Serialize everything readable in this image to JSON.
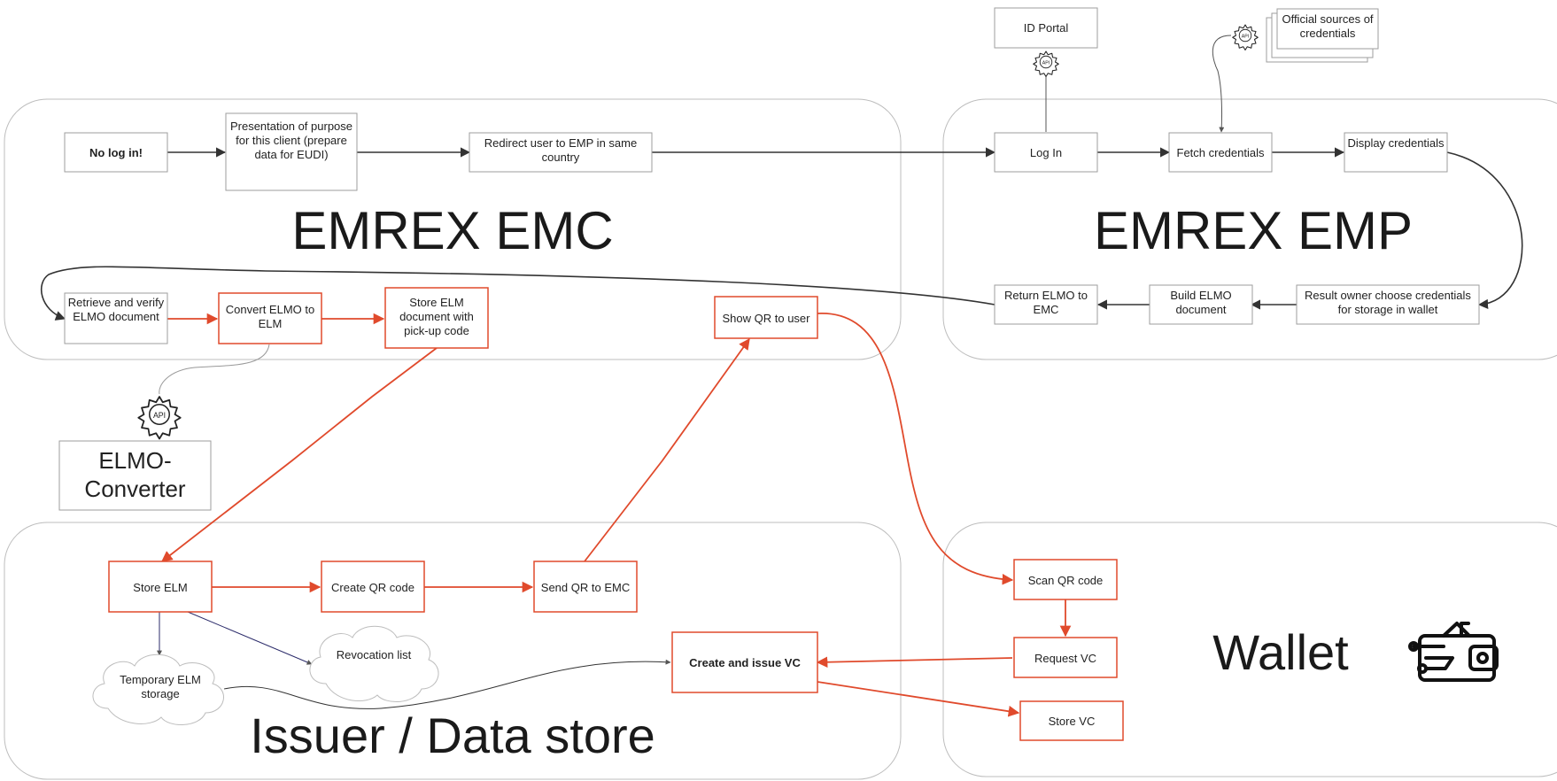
{
  "regions": {
    "emc": "EMREX EMC",
    "emp": "EMREX EMP",
    "issuer": "Issuer / Data store",
    "wallet": "Wallet"
  },
  "external": {
    "converter": "ELMO-Converter",
    "id_portal": "ID Portal",
    "official_sources": "Official sources of credentials",
    "api_label": "API"
  },
  "nodes": {
    "no_login": "No log in!",
    "presentation": "Presentation of purpose for this client (prepare data for EUDI)",
    "redirect": "Redirect user to EMP in same country",
    "log_in": "Log In",
    "fetch": "Fetch credentials",
    "display": "Display credentials",
    "result_owner": "Result owner choose credentials for storage in wallet",
    "build_elmo": "Build ELMO document",
    "return_elmo": "Return ELMO to EMC",
    "retrieve": "Retrieve and verify ELMO document",
    "convert": "Convert ELMO to ELM",
    "store_elm_doc": "Store ELM document with pick-up code",
    "show_qr": "Show QR to user",
    "store_elm": "Store ELM",
    "create_qr": "Create QR code",
    "send_qr": "Send QR to EMC",
    "temp_storage": "Temporary ELM storage",
    "revocation": "Revocation list",
    "create_issue_vc": "Create and issue VC",
    "scan_qr": "Scan QR code",
    "request_vc": "Request VC",
    "store_vc": "Store VC"
  },
  "colors": {
    "dark_flow": "#333333",
    "red_flow": "#e04a2c",
    "region_border": "#bdbdbd",
    "box_border": "#9e9e9e"
  },
  "icons": [
    "api-gear-icon",
    "wallet-icon",
    "stacked-documents-icon"
  ]
}
